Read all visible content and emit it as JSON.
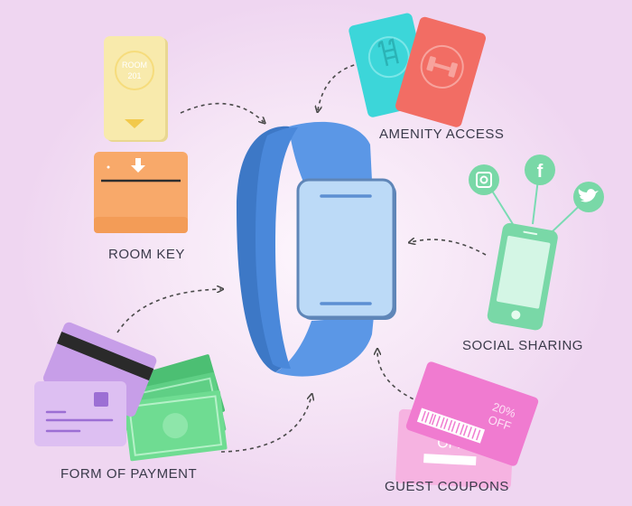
{
  "labels": {
    "room_key": "ROOM KEY",
    "amenity_access": "AMENITY ACCESS",
    "social_sharing": "SOCIAL SHARING",
    "form_of_payment": "FORM OF PAYMENT",
    "guest_coupons": "GUEST COUPONS"
  },
  "room_card": {
    "line1": "ROOM",
    "line2": "201"
  },
  "coupon": {
    "line1": "20%",
    "line2": "OFF",
    "back_text": "OFF"
  },
  "social_icons": [
    "instagram-icon",
    "facebook-icon",
    "twitter-icon"
  ],
  "colors": {
    "band_dark": "#3d78c6",
    "band_light": "#5b97e6",
    "screen": "#bcdaf7",
    "amenity_pool": "#3cd6d9",
    "amenity_gym": "#f26d64",
    "phone": "#79d8a7",
    "coupon": "#f07bd0",
    "room_card": "#f8eaac",
    "key_reader": "#f8a96a",
    "payment_card": "#c79ee8",
    "cash": "#5fcf85"
  }
}
